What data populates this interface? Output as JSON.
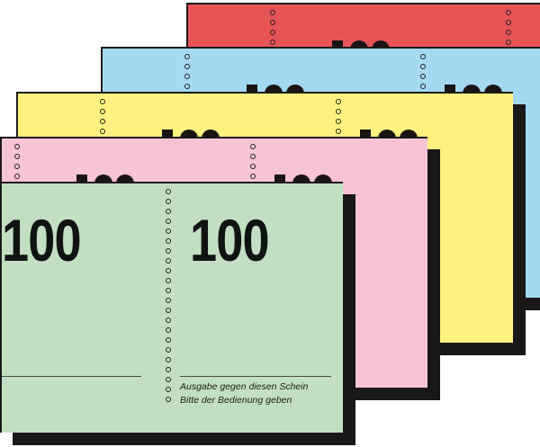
{
  "ticket": {
    "number": "100",
    "line1": "Ausgabe gegen diesen Schein",
    "line2": "Bitte der Bedienung geben"
  },
  "blocks": [
    {
      "name": "red",
      "color": "#e85456"
    },
    {
      "name": "blue",
      "color": "#a5d9f2"
    },
    {
      "name": "yellow",
      "color": "#fef17f"
    },
    {
      "name": "pink",
      "color": "#f6c4d4"
    },
    {
      "name": "green",
      "color": "#c3dfc3"
    }
  ],
  "shadow_color": "#1a1718"
}
